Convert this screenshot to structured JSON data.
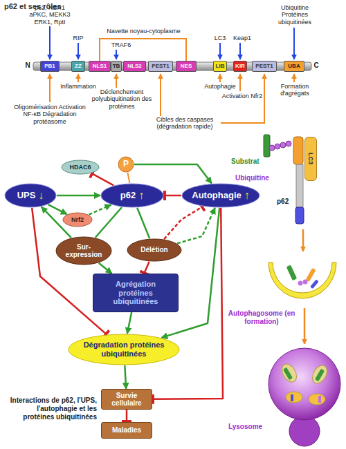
{
  "diagram": {
    "title": "p62 et ses rôles",
    "caption": "Interactions de p62, l'UPS, l'autophagie et les protéines ubiquitinées",
    "nodes": [
      {
        "text": [
          "PB1"
        ]
      },
      {
        "text": [
          "ZZ"
        ]
      },
      {
        "text": [
          "NLS1"
        ]
      },
      {
        "text": [
          "TB"
        ]
      },
      {
        "text": [
          "NLS2"
        ]
      },
      {
        "text": [
          "PEST1"
        ]
      },
      {
        "text": [
          "NES"
        ]
      },
      {
        "text": [
          "LIB"
        ]
      },
      {
        "text": [
          "KIR"
        ]
      },
      {
        "text": [
          "PEST1"
        ]
      },
      {
        "text": [
          "UBA"
        ]
      },
      {
        "text": [
          "HDAC6"
        ]
      },
      {
        "text": [
          "P"
        ]
      },
      {
        "text": [
          "UPS",
          "↓"
        ]
      },
      {
        "text": [
          "p62",
          "↑"
        ]
      },
      {
        "text": [
          "Autophagie",
          "↑"
        ]
      },
      {
        "text": [
          "LC3"
        ]
      },
      {
        "text": [
          "Nrf2"
        ]
      },
      {
        "text": [
          "Sur-expression"
        ]
      },
      {
        "text": [
          "Délétion"
        ]
      },
      {
        "text": [
          "Agrégation protéines ubiquitinées"
        ]
      },
      {
        "text": [
          "Dégradation protéines ubiquitinées"
        ]
      },
      {
        "text": [
          "Survie cellulaire"
        ]
      },
      {
        "text": [
          "Maladies"
        ]
      }
    ],
    "edges": [
      {
        "from": 13,
        "to": 14,
        "arrow": "to"
      },
      {
        "from": 12,
        "to": 14,
        "arrow": "none"
      },
      {
        "from": 12,
        "to": 15,
        "arrow": "to"
      },
      {
        "from": 15,
        "to": 14,
        "arrow": "to"
      },
      {
        "from": 14,
        "to": 11,
        "arrow": "to"
      },
      {
        "from": 13,
        "to": 17,
        "arrow": "to"
      },
      {
        "from": 17,
        "to": 14,
        "arrow": "to"
      },
      {
        "from": 18,
        "to": 13,
        "arrow": "to"
      },
      {
        "from": 14,
        "to": 18,
        "arrow": "none"
      },
      {
        "from": 14,
        "to": 19,
        "arrow": "none"
      },
      {
        "from": 19,
        "to": 15,
        "arrow": "to"
      },
      {
        "from": 19,
        "to": 15,
        "arrow": "to"
      },
      {
        "from": 18,
        "to": 20,
        "arrow": "to"
      },
      {
        "from": 19,
        "to": 20,
        "arrow": "to"
      },
      {
        "from": 20,
        "to": 21,
        "arrow": "to"
      },
      {
        "from": 15,
        "to": 21,
        "arrow": "to"
      },
      {
        "from": 13,
        "to": 21,
        "arrow": "to"
      },
      {
        "from": 21,
        "to": 22,
        "arrow": "to"
      },
      {
        "from": 22,
        "to": 23,
        "arrow": "to"
      },
      {
        "from": 15,
        "to": 22,
        "arrow": "to"
      }
    ],
    "labels": [
      "p62, NBR1 aPKC, MEKK3 ERK1, RptI",
      "RIP",
      "Navette noyau-cytoplasme",
      "TRAF6",
      "LC3",
      "Keap1",
      "Ubiquitine Protéines ubiquitinées",
      "N",
      "C",
      "Oligomérisation Activation NF-κB Dégradation protéasome",
      "Inflammation",
      "Déclenchement polyubiquitination des protéines",
      "Cibles des caspases (dégradation rapide)",
      "Autophagie",
      "Activation Nfr2",
      "Formation d'agrégats",
      "Substrat",
      "Ubiquitine",
      "p62",
      "Autophagosome (en formation)",
      "Lysosome"
    ]
  }
}
